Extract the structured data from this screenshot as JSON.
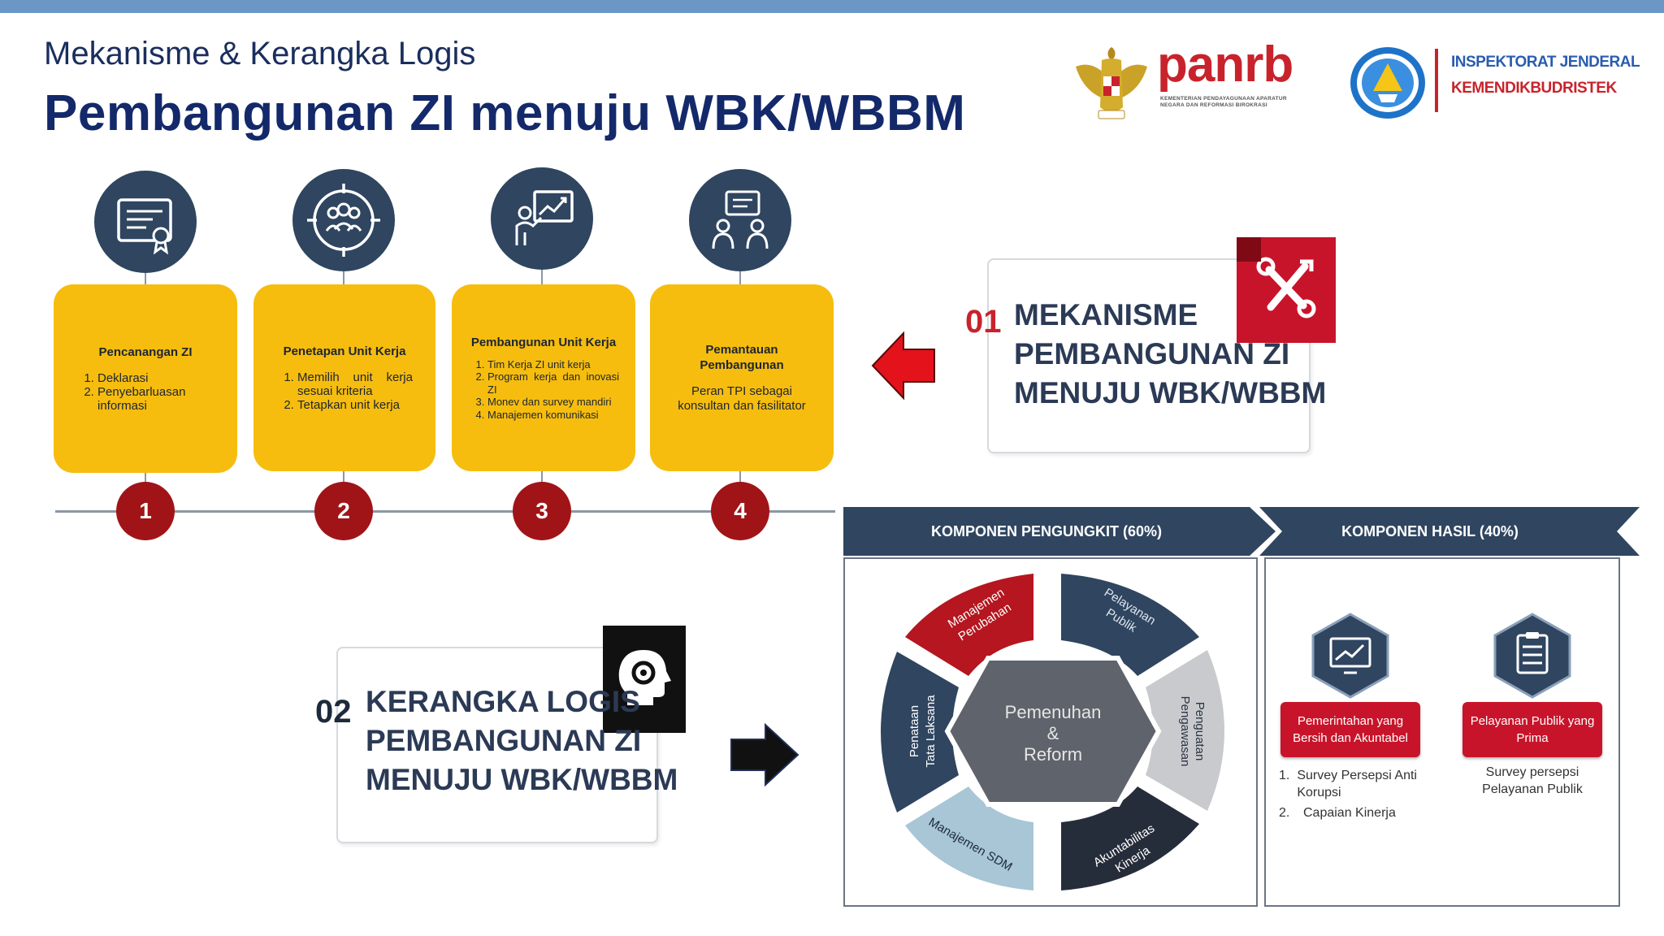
{
  "header": {
    "subtitle": "Mekanisme & Kerangka Logis",
    "title": "Pembangunan ZI menuju WBK/WBBM"
  },
  "logos": {
    "panrb": "panrb",
    "panrb_sub": "KEMENTERIAN PENDAYAGUNAAN APARATUR NEGARA DAN REFORMASI BIROKRASI",
    "itjen_line1": "INSPEKTORAT JENDERAL",
    "itjen_line2": "KEMENDIKBUDRISTEK",
    "garuda_icon": "garuda-emblem-icon",
    "kemdik_icon": "tut-wuri-handayani-icon"
  },
  "steps": [
    {
      "number": "1",
      "icon": "certificate-icon",
      "title": "Pencanangan ZI",
      "items": [
        "Deklarasi",
        "Penyebarluasan informasi"
      ]
    },
    {
      "number": "2",
      "icon": "team-target-icon",
      "title": "Penetapan Unit Kerja",
      "items": [
        "Memilih unit kerja sesuai kriteria",
        "Tetapkan unit kerja"
      ]
    },
    {
      "number": "3",
      "icon": "presentation-chart-icon",
      "title": "Pembangunan Unit Kerja",
      "items": [
        "Tim Kerja ZI unit kerja",
        "Program kerja dan inovasi ZI",
        "Monev dan survey mandiri",
        "Manajemen komunikasi"
      ]
    },
    {
      "number": "4",
      "icon": "consultation-icon",
      "title": "Pemantauan Pembangunan",
      "text": "Peran TPI sebagai konsultan dan fasilitator"
    }
  ],
  "mekanisme": {
    "number": "01",
    "lines": [
      "MEKANISME",
      "PEMBANGUNAN ZI",
      "MENUJU WBK/WBBM"
    ],
    "icon": "tools-icon",
    "arrow_icon": "red-arrow-left-icon"
  },
  "kerangka": {
    "number": "02",
    "lines": [
      "KERANGKA LOGIS",
      "PEMBANGUNAN ZI",
      "MENUJU WBK/WBBM"
    ],
    "icon": "head-gear-icon",
    "arrow_icon": "black-arrow-right-icon"
  },
  "komponen": {
    "pengungkit_header": "KOMPONEN PENGUNGKIT (60%)",
    "hasil_header": "KOMPONEN HASIL (40%)",
    "center": [
      "Pemenuhan",
      "&",
      "Reform"
    ],
    "segments": [
      {
        "label1": "Manajemen",
        "label2": "Perubahan"
      },
      {
        "label1": "Pelayanan",
        "label2": "Publik"
      },
      {
        "label1": "Penguatan",
        "label2": "Pengawasan"
      },
      {
        "label1": "Akuntabilitas",
        "label2": "Kinerja"
      },
      {
        "label1": "Manajemen SDM",
        "label2": ""
      },
      {
        "label1": "Penataan",
        "label2": "Tata Laksana"
      }
    ],
    "colors": {
      "red": "#b5161f",
      "navy": "#2f4560",
      "grey": "#c9cacd",
      "dark": "#262d3a",
      "lightblue": "#a8c6d6",
      "center": "#5f636b"
    },
    "hasil": [
      {
        "icon": "monitor-chart-icon",
        "title": "Pemerintahan yang Bersih dan Akuntabel",
        "items": [
          "Survey Persepsi Anti Korupsi",
          "Capaian Kinerja"
        ]
      },
      {
        "icon": "clipboard-list-icon",
        "title": "Pelayanan Publik yang Prima",
        "text": "Survey persepsi Pelayanan Publik"
      }
    ]
  }
}
